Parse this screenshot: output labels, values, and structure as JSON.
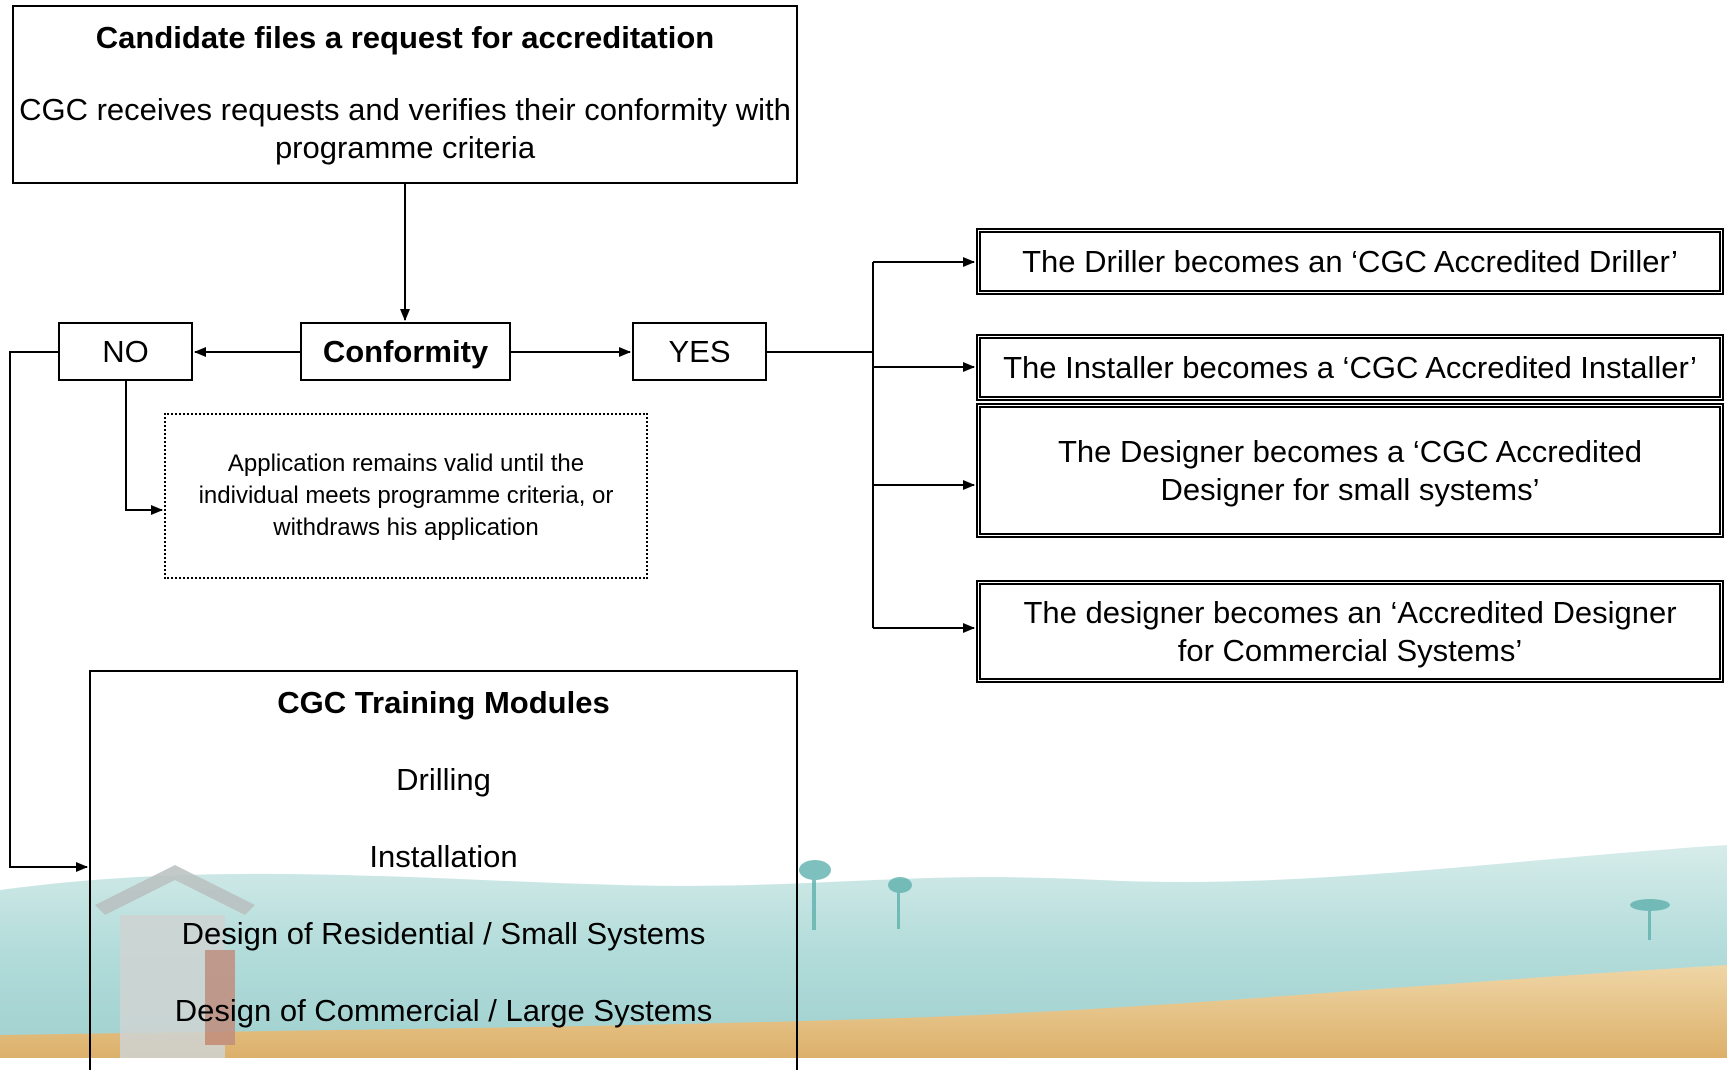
{
  "request": {
    "title": "Candidate files a request for accreditation",
    "subtitle": "CGC receives requests and verifies their conformity with programme criteria"
  },
  "decision": {
    "conformity": "Conformity",
    "no": "NO",
    "yes": "YES"
  },
  "note": "Application remains valid until the individual meets programme criteria, or withdraws his application",
  "outcomes": [
    "The Driller becomes an ‘CGC Accredited Driller’",
    "The Installer becomes a ‘CGC Accredited Installer’",
    "The Designer becomes a ‘CGC Accredited Designer for small systems’",
    "The designer becomes an ‘Accredited Designer for Commercial Systems’"
  ],
  "training": {
    "title": "CGC Training Modules",
    "modules": [
      "Drilling",
      "Installation",
      "Design of Residential / Small Systems",
      "Design of Commercial / Large Systems"
    ]
  },
  "colors": {
    "sky": "#ffffff",
    "teal": "#a9d6d6",
    "sand": "#e7c48b"
  }
}
